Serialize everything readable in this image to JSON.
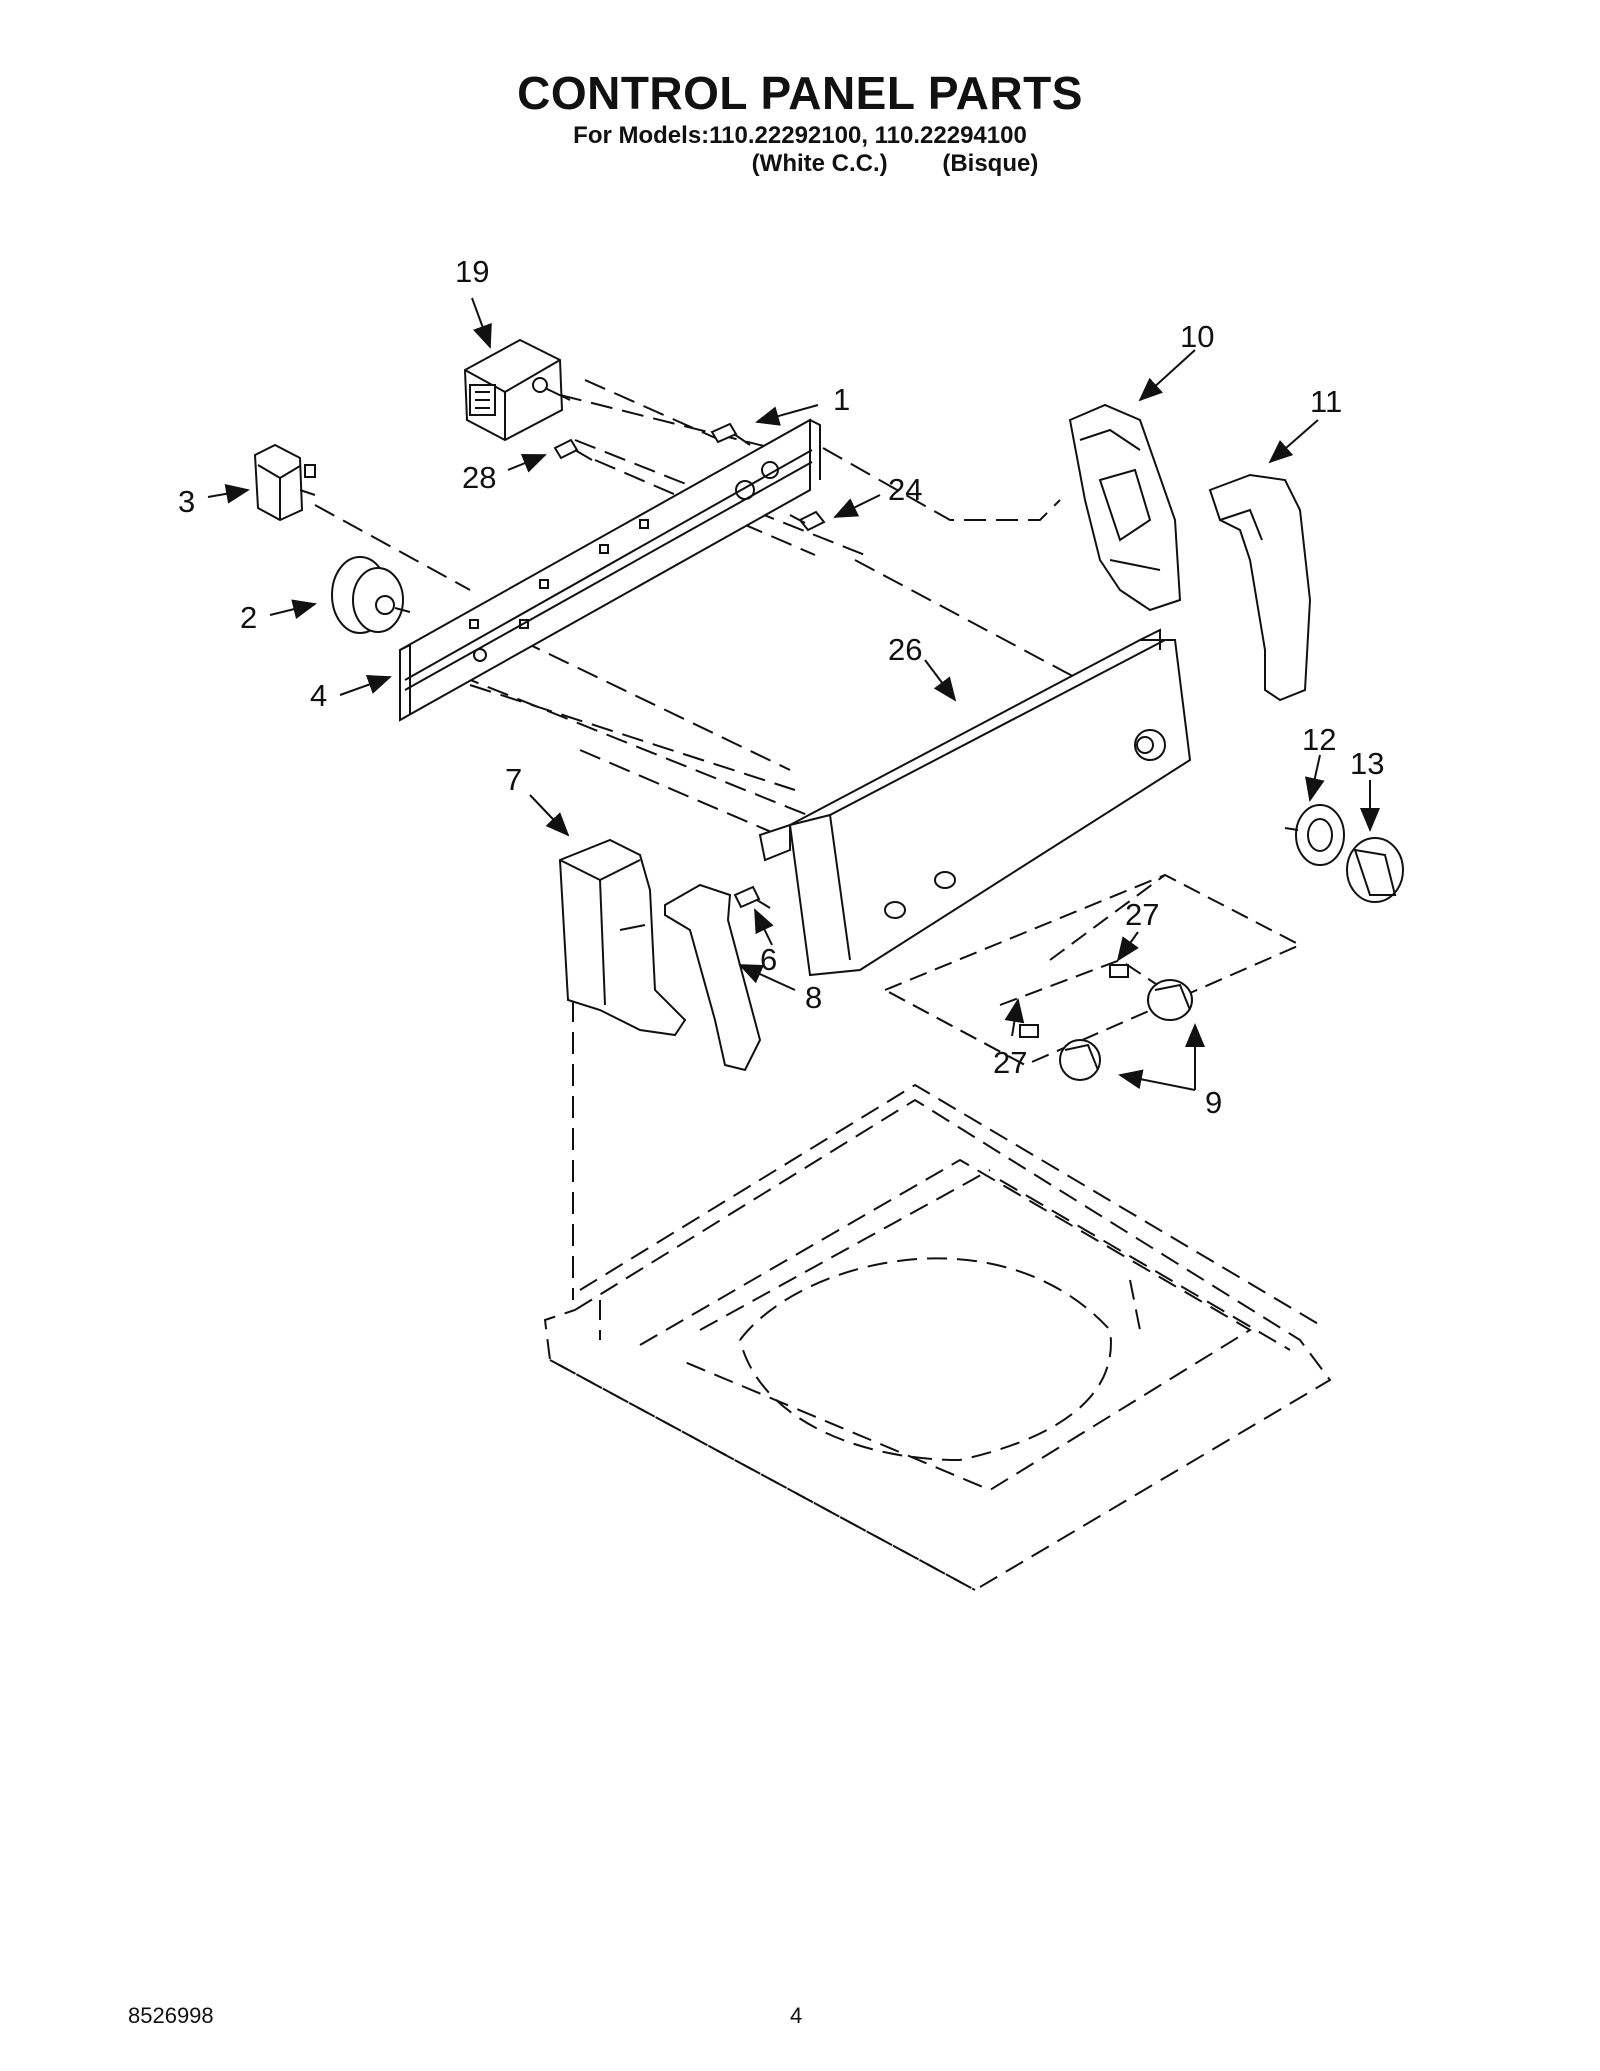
{
  "header": {
    "title": "CONTROL PANEL PARTS",
    "models": "For Models:110.22292100, 110.22294100",
    "variant_1": "(White C.C.)",
    "variant_2": "(Bisque)"
  },
  "callouts": {
    "c1": "1",
    "c2": "2",
    "c3": "3",
    "c4": "4",
    "c6": "6",
    "c7": "7",
    "c8": "8",
    "c9": "9",
    "c10": "10",
    "c11": "11",
    "c12": "12",
    "c13": "13",
    "c19": "19",
    "c24": "24",
    "c26": "26",
    "c27a": "27",
    "c27b": "27",
    "c28": "28"
  },
  "footer": {
    "doc_number": "8526998",
    "page_number": "4"
  }
}
